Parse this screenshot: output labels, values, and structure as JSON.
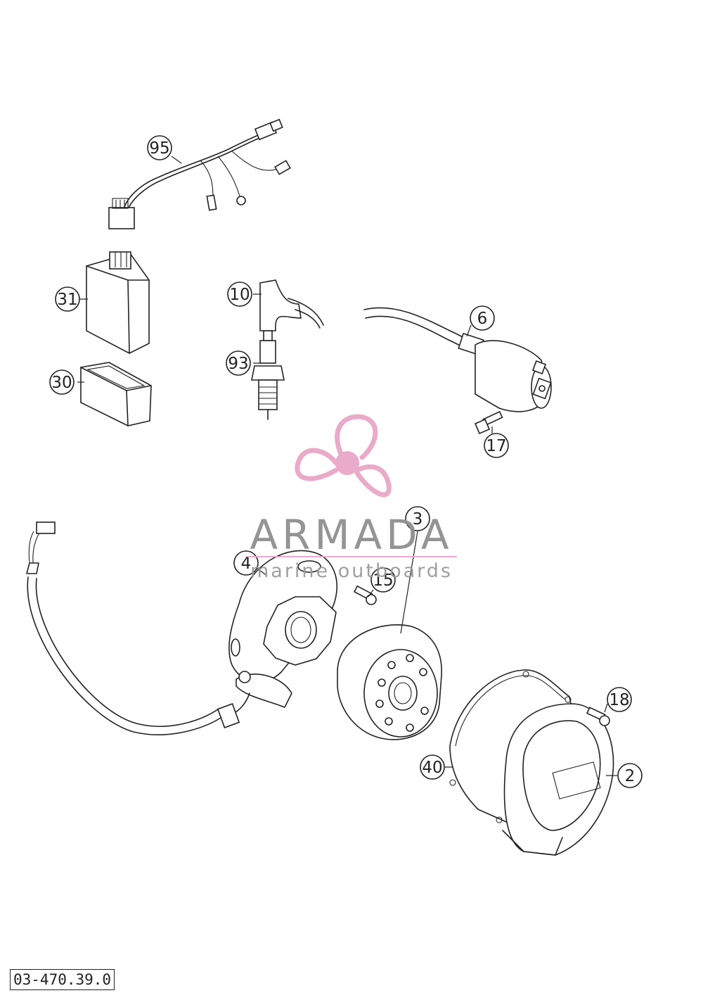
{
  "diagram": {
    "document_code": "03-470.39.0",
    "watermark": {
      "name": "ARMADA",
      "tagline": "marine outboards",
      "accent_color": "#e9a6c8"
    },
    "callouts": [
      {
        "id": "c95",
        "label": "95"
      },
      {
        "id": "c31",
        "label": "31"
      },
      {
        "id": "c30",
        "label": "30"
      },
      {
        "id": "c10",
        "label": "10"
      },
      {
        "id": "c93",
        "label": "93"
      },
      {
        "id": "c6",
        "label": "6"
      },
      {
        "id": "c17",
        "label": "17"
      },
      {
        "id": "c3",
        "label": "3"
      },
      {
        "id": "c4",
        "label": "4"
      },
      {
        "id": "c15",
        "label": "15"
      },
      {
        "id": "c18",
        "label": "18"
      },
      {
        "id": "c40",
        "label": "40"
      },
      {
        "id": "c2",
        "label": "2"
      }
    ]
  }
}
